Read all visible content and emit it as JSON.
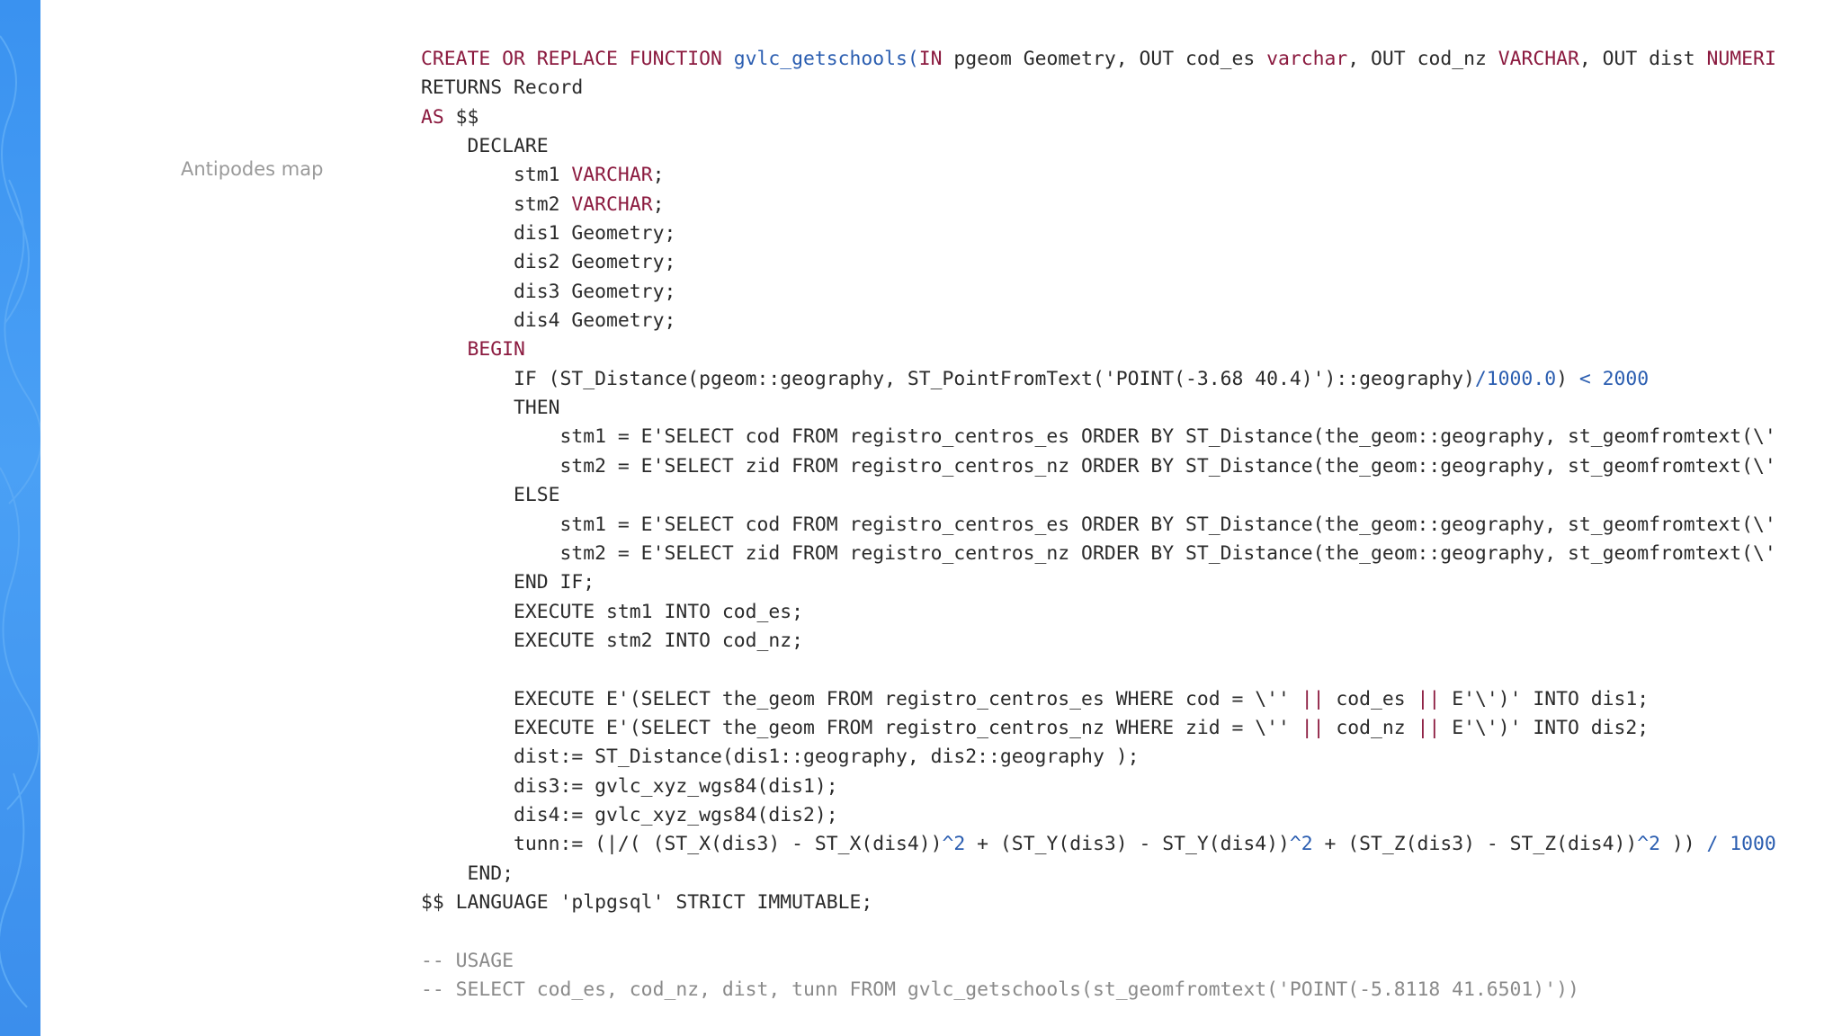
{
  "caption": "Antipodes map",
  "accent_color": "#3a92f0",
  "code": [
    [
      {
        "t": "CREATE OR REPLACE FUNCTION ",
        "c": "kw"
      },
      {
        "t": "gvlc_getschools(",
        "c": "op"
      },
      {
        "t": "IN",
        "c": "kw"
      },
      {
        "t": " pgeom Geometry, OUT cod_es "
      },
      {
        "t": "varchar",
        "c": "kw"
      },
      {
        "t": ", OUT cod_nz "
      },
      {
        "t": "VARCHAR",
        "c": "kw"
      },
      {
        "t": ", OUT dist "
      },
      {
        "t": "NUMERI",
        "c": "kw"
      }
    ],
    [
      {
        "t": "RETURNS Record"
      }
    ],
    [
      {
        "t": "AS",
        "c": "kw"
      },
      {
        "t": " $$"
      }
    ],
    [
      {
        "t": "    DECLARE"
      }
    ],
    [
      {
        "t": "        stm1 "
      },
      {
        "t": "VARCHAR",
        "c": "kw"
      },
      {
        "t": ";"
      }
    ],
    [
      {
        "t": "        stm2 "
      },
      {
        "t": "VARCHAR",
        "c": "kw"
      },
      {
        "t": ";"
      }
    ],
    [
      {
        "t": "        dis1 Geometry;"
      }
    ],
    [
      {
        "t": "        dis2 Geometry;"
      }
    ],
    [
      {
        "t": "        dis3 Geometry;"
      }
    ],
    [
      {
        "t": "        dis4 Geometry;"
      }
    ],
    [
      {
        "t": "    BEGIN",
        "c": "kw"
      }
    ],
    [
      {
        "t": "        IF (ST_Distance(pgeom::geography, ST_PointFromText('POINT(-3.68 40.4)')::geography)"
      },
      {
        "t": "/1000.0",
        "c": "num"
      },
      {
        "t": ") "
      },
      {
        "t": "< 2000",
        "c": "num"
      }
    ],
    [
      {
        "t": "        THEN"
      }
    ],
    [
      {
        "t": "            stm1 = E'SELECT cod FROM registro_centros_es ORDER BY ST_Distance(the_geom::geography, st_geomfromtext(\\'"
      }
    ],
    [
      {
        "t": "            stm2 = E'SELECT zid FROM registro_centros_nz ORDER BY ST_Distance(the_geom::geography, st_geomfromtext(\\'"
      }
    ],
    [
      {
        "t": "        ELSE"
      }
    ],
    [
      {
        "t": "            stm1 = E'SELECT cod FROM registro_centros_es ORDER BY ST_Distance(the_geom::geography, st_geomfromtext(\\'"
      }
    ],
    [
      {
        "t": "            stm2 = E'SELECT zid FROM registro_centros_nz ORDER BY ST_Distance(the_geom::geography, st_geomfromtext(\\'"
      }
    ],
    [
      {
        "t": "        END IF;"
      }
    ],
    [
      {
        "t": "        EXECUTE stm1 INTO cod_es;"
      }
    ],
    [
      {
        "t": "        EXECUTE stm2 INTO cod_nz;"
      }
    ],
    [
      {
        "t": ""
      }
    ],
    [
      {
        "t": "        EXECUTE E'(SELECT the_geom FROM registro_centros_es WHERE cod = \\'' "
      },
      {
        "t": "||",
        "c": "kw"
      },
      {
        "t": " cod_es "
      },
      {
        "t": "||",
        "c": "kw"
      },
      {
        "t": " E'\\')' INTO dis1;"
      }
    ],
    [
      {
        "t": "        EXECUTE E'(SELECT the_geom FROM registro_centros_nz WHERE zid = \\'' "
      },
      {
        "t": "||",
        "c": "kw"
      },
      {
        "t": " cod_nz "
      },
      {
        "t": "||",
        "c": "kw"
      },
      {
        "t": " E'\\')' INTO dis2;"
      }
    ],
    [
      {
        "t": "        dist:= ST_Distance(dis1::geography, dis2::geography );"
      }
    ],
    [
      {
        "t": "        dis3:= gvlc_xyz_wgs84(dis1);"
      }
    ],
    [
      {
        "t": "        dis4:= gvlc_xyz_wgs84(dis2);"
      }
    ],
    [
      {
        "t": "        tunn:= (|/( (ST_X(dis3) - ST_X(dis4))"
      },
      {
        "t": "^2",
        "c": "num"
      },
      {
        "t": " + (ST_Y(dis3) - ST_Y(dis4))"
      },
      {
        "t": "^2",
        "c": "num"
      },
      {
        "t": " + (ST_Z(dis3) - ST_Z(dis4))"
      },
      {
        "t": "^2",
        "c": "num"
      },
      {
        "t": " )) "
      },
      {
        "t": "/ 1000",
        "c": "num"
      }
    ],
    [
      {
        "t": "    END;"
      }
    ],
    [
      {
        "t": "$$ LANGUAGE 'plpgsql' STRICT IMMUTABLE;"
      }
    ],
    [
      {
        "t": ""
      }
    ],
    [
      {
        "t": "-- USAGE",
        "c": "cm"
      }
    ],
    [
      {
        "t": "-- SELECT cod_es, cod_nz, dist, tunn FROM gvlc_getschools(st_geomfromtext('POINT(-5.8118 41.6501)'))",
        "c": "cm"
      }
    ]
  ]
}
